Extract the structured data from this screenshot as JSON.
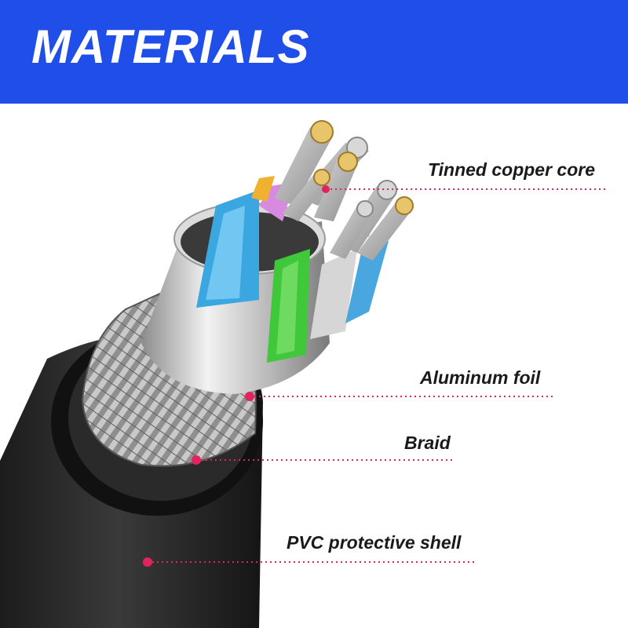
{
  "header": {
    "title": "MATERIALS",
    "background_color": "#1f4ee8"
  },
  "cable_illustration": {
    "accent_color": "#e0245e",
    "layers": [
      {
        "id": "core",
        "label": "Tinned copper core"
      },
      {
        "id": "foil",
        "label": "Aluminum foil"
      },
      {
        "id": "braid",
        "label": "Braid"
      },
      {
        "id": "shell",
        "label": "PVC protective shell"
      }
    ]
  }
}
